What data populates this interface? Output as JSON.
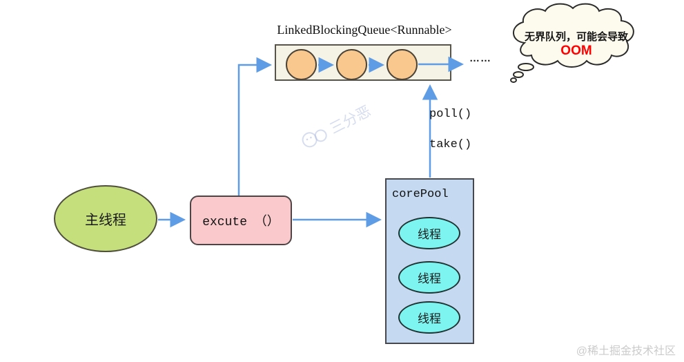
{
  "title": "LinkedBlockingQueue<Runnable>",
  "queue": {
    "task_count": 3,
    "overflow_dots": "……"
  },
  "cloud_note": {
    "line1": "无界队列，可能会导致",
    "line2": "OOM"
  },
  "arrow_labels": {
    "poll": "poll()",
    "take": "take()"
  },
  "main_thread": {
    "label": "主线程"
  },
  "execute_box": {
    "label": "excute （）"
  },
  "core_pool": {
    "title": "corePool",
    "threads": [
      "线程",
      "线程",
      "线程"
    ]
  },
  "watermarks": {
    "center": "三分恶",
    "bottom_right": "@稀土掘金技术社区"
  },
  "colors": {
    "arrow": "#5e9ce5",
    "queue_band_fill": "#f5f2e6",
    "task_fill": "#f8c88f",
    "main_thread_fill": "#c4df7b",
    "execute_fill": "#f9c9cc",
    "core_pool_fill": "#c5d9f1",
    "thread_fill": "#7df4f0",
    "cloud_fill": "#fdfbee",
    "oom_text": "#ff0000",
    "outline": "#3d3a35"
  }
}
